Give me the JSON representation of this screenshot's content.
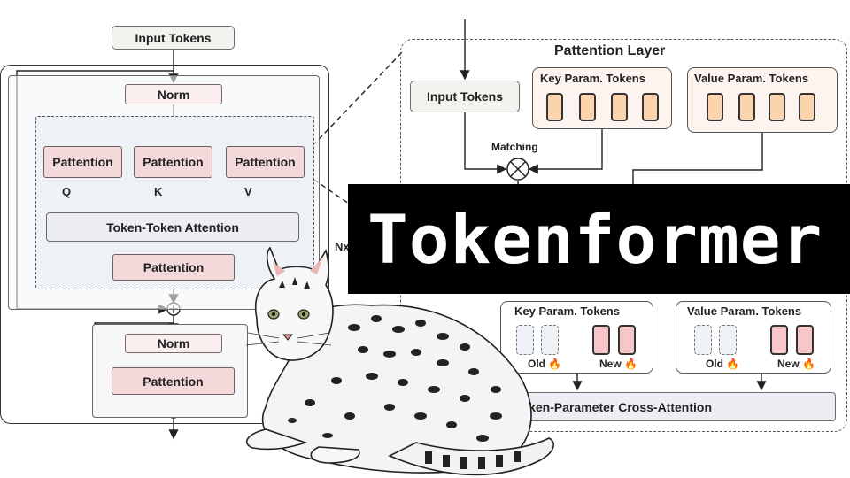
{
  "left": {
    "input_tokens": "Input Tokens",
    "norm_1": "Norm",
    "pattention_q": "Pattention",
    "pattention_k": "Pattention",
    "pattention_v": "Pattention",
    "q": "Q",
    "k": "K",
    "v": "V",
    "token_token_attention": "Token-Token Attention",
    "pattention_out": "Pattention",
    "norm_2": "Norm",
    "pattention_ffn": "Pattention",
    "nx": "Nx"
  },
  "right": {
    "title": "Pattention Layer",
    "input_tokens": "Input Tokens",
    "key_param_tokens": "Key Param. Tokens",
    "value_param_tokens": "Value Param. Tokens",
    "matching": "Matching",
    "key_param_tokens_2": "Key Param. Tokens",
    "value_param_tokens_2": "Value Param. Tokens",
    "old_key": "Old",
    "new_key": "New",
    "old_value": "Old",
    "new_value": "New",
    "cross_attention": "Token-Parameter Cross-Attention"
  },
  "banner": {
    "title": "Tokenformer"
  },
  "icons": {
    "flame": "flame-icon",
    "multiply": "circled-times-icon",
    "add": "circled-plus-icon",
    "cat": "cat-illustration"
  }
}
